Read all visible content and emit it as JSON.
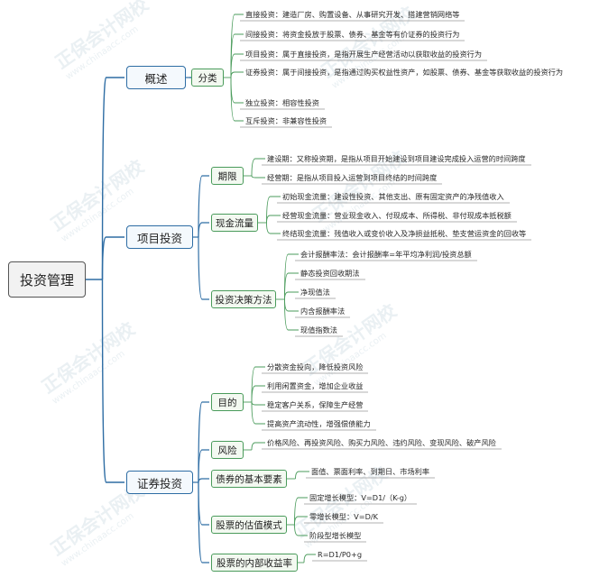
{
  "root": "投资管理",
  "watermark": {
    "title": "正保会计网校",
    "url": "www.chinaacc.com"
  },
  "colors": {
    "level1": "#2e6da4",
    "level2": "#4a9b5b",
    "line_root": "#2e6da4"
  },
  "overview": {
    "title": "概述",
    "classify": {
      "label": "分类",
      "items": [
        "直接投资：建造厂房、购置设备、从事研究开发、搭建营销网络等",
        "间接投资：将资金投放于股票、债券、基金等有价证券的投资行为",
        "项目投资：属于直接投资，是指开展生产经营活动以获取收益的投资行为",
        "证券投资：属于间接投资，是指通过购买权益性资产，如股票、债券、基金等获取收益的投资行为",
        "独立投资：相容性投资",
        "互斥投资：非兼容性投资"
      ]
    }
  },
  "project": {
    "title": "项目投资",
    "period": {
      "label": "期限",
      "items": [
        "建设期：又称投资期，是指从项目开始建设到项目建设完成投入运营的时间跨度",
        "经营期：是指从项目投入运营到项目终结的时间跨度"
      ]
    },
    "cashflow": {
      "label": "现金流量",
      "items": [
        "初始现金流量：建设性投资、其他支出、原有固定资产的净残值收入",
        "经营现金流量：营业现金收入、付现成本、所得税、非付现成本抵税额",
        "终结现金流量：残值收入或变价收入及净损益抵税、垫支营运资金的回收等"
      ]
    },
    "methods": {
      "label": "投资决策方法",
      "items": [
        "会计报酬率法：会计报酬率=年平均净利润/投资总额",
        "静态投资回收期法",
        "净现值法",
        "内含报酬率法",
        "现值指数法"
      ]
    }
  },
  "securities": {
    "title": "证券投资",
    "purpose": {
      "label": "目的",
      "items": [
        "分散资金投向，降低投资风险",
        "利用闲置资金，增加企业收益",
        "稳定客户关系，保障生产经营",
        "提高资产流动性，增强偿债能力"
      ]
    },
    "risk": {
      "label": "风险",
      "items": [
        "价格风险、再投资风险、购买力风险、违约风险、变现风险、破产风险"
      ]
    },
    "bond": {
      "label": "债券的基本要素",
      "items": [
        "面值、票面利率、到期日、市场利率"
      ]
    },
    "stock": {
      "label": "股票的估值模式",
      "items": [
        "固定增长模型：V=D1/（K-g）",
        "零增长模型：V=D/K",
        "阶段型增长模型"
      ]
    },
    "irr": {
      "label": "股票的内部收益率",
      "items": [
        "R=D1/P0+g"
      ]
    }
  }
}
